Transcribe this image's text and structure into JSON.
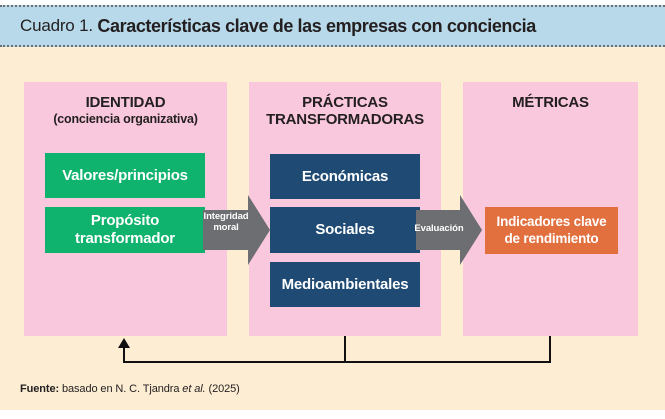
{
  "header": {
    "prefix": "Cuadro 1. ",
    "title": "Características clave de las empresas con conciencia"
  },
  "diagram": {
    "identity_panel": {
      "title": "IDENTIDAD",
      "subtitle": "(conciencia organizativa)",
      "boxes": [
        {
          "label": "Valores/principios"
        },
        {
          "label": "Propósito transformador"
        }
      ]
    },
    "practices_panel": {
      "title": "PRÁCTICAS TRANSFORMADORAS",
      "boxes": [
        {
          "label": "Económicas"
        },
        {
          "label": "Sociales"
        },
        {
          "label": "Medioambientales"
        }
      ]
    },
    "metrics_panel": {
      "title": "MÉTRICAS",
      "boxes": [
        {
          "label": "Indicadores clave de rendimiento"
        }
      ]
    },
    "arrow_identity_to_practices": {
      "label": "Integridad moral"
    },
    "arrow_practices_to_metrics": {
      "label": "Evaluación"
    }
  },
  "footer": {
    "source_label": "Fuente:",
    "source_pre": " basado en N. C. Tjandra ",
    "source_italic": "et al.",
    "source_post": " (2025)"
  },
  "colors": {
    "header_bg": "#b8d9e9",
    "canvas_bg": "#fcedd3",
    "panel_bg": "#f9c8dc",
    "identity_box_bg": "#0fb36e",
    "practices_box_bg": "#1e4a73",
    "metrics_box_bg": "#e2703f",
    "arrow_fill": "#6d6e71",
    "line_color": "#111111",
    "text_dark": "#231f20"
  }
}
